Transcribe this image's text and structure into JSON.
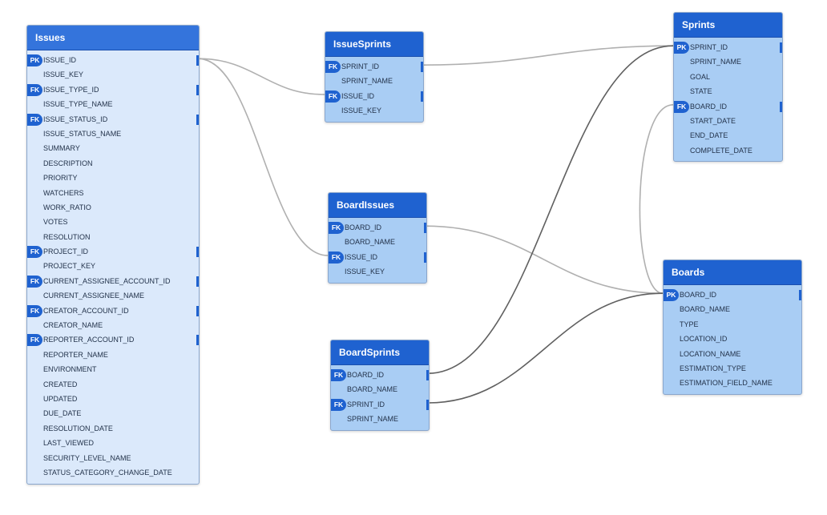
{
  "tables": [
    {
      "id": "issues",
      "name": "Issues",
      "columns": [
        {
          "name": "ISSUE_ID",
          "key": "PK",
          "marker": true
        },
        {
          "name": "ISSUE_KEY",
          "key": "",
          "marker": false
        },
        {
          "name": "ISSUE_TYPE_ID",
          "key": "FK",
          "marker": true
        },
        {
          "name": "ISSUE_TYPE_NAME",
          "key": "",
          "marker": false
        },
        {
          "name": "ISSUE_STATUS_ID",
          "key": "FK",
          "marker": true
        },
        {
          "name": "ISSUE_STATUS_NAME",
          "key": "",
          "marker": false
        },
        {
          "name": "SUMMARY",
          "key": "",
          "marker": false
        },
        {
          "name": "DESCRIPTION",
          "key": "",
          "marker": false
        },
        {
          "name": "PRIORITY",
          "key": "",
          "marker": false
        },
        {
          "name": "WATCHERS",
          "key": "",
          "marker": false
        },
        {
          "name": "WORK_RATIO",
          "key": "",
          "marker": false
        },
        {
          "name": "VOTES",
          "key": "",
          "marker": false
        },
        {
          "name": "RESOLUTION",
          "key": "",
          "marker": false
        },
        {
          "name": "PROJECT_ID",
          "key": "FK",
          "marker": true
        },
        {
          "name": "PROJECT_KEY",
          "key": "",
          "marker": false
        },
        {
          "name": "CURRENT_ASSIGNEE_ACCOUNT_ID",
          "key": "FK",
          "marker": true
        },
        {
          "name": "CURRENT_ASSIGNEE_NAME",
          "key": "",
          "marker": false
        },
        {
          "name": "CREATOR_ACCOUNT_ID",
          "key": "FK",
          "marker": true
        },
        {
          "name": "CREATOR_NAME",
          "key": "",
          "marker": false
        },
        {
          "name": "REPORTER_ACCOUNT_ID",
          "key": "FK",
          "marker": true
        },
        {
          "name": "REPORTER_NAME",
          "key": "",
          "marker": false
        },
        {
          "name": "ENVIRONMENT",
          "key": "",
          "marker": false
        },
        {
          "name": "CREATED",
          "key": "",
          "marker": false
        },
        {
          "name": "UPDATED",
          "key": "",
          "marker": false
        },
        {
          "name": "DUE_DATE",
          "key": "",
          "marker": false
        },
        {
          "name": "RESOLUTION_DATE",
          "key": "",
          "marker": false
        },
        {
          "name": "LAST_VIEWED",
          "key": "",
          "marker": false
        },
        {
          "name": "SECURITY_LEVEL_NAME",
          "key": "",
          "marker": false
        },
        {
          "name": "STATUS_CATEGORY_CHANGE_DATE",
          "key": "",
          "marker": false
        }
      ]
    },
    {
      "id": "issuesprints",
      "name": "IssueSprints",
      "columns": [
        {
          "name": "SPRINT_ID",
          "key": "FK",
          "marker": true
        },
        {
          "name": "SPRINT_NAME",
          "key": "",
          "marker": false
        },
        {
          "name": "ISSUE_ID",
          "key": "FK",
          "marker": true
        },
        {
          "name": "ISSUE_KEY",
          "key": "",
          "marker": false
        }
      ]
    },
    {
      "id": "boardissues",
      "name": "BoardIssues",
      "columns": [
        {
          "name": "BOARD_ID",
          "key": "FK",
          "marker": true
        },
        {
          "name": "BOARD_NAME",
          "key": "",
          "marker": false
        },
        {
          "name": "ISSUE_ID",
          "key": "FK",
          "marker": true
        },
        {
          "name": "ISSUE_KEY",
          "key": "",
          "marker": false
        }
      ]
    },
    {
      "id": "boardsprints",
      "name": "BoardSprints",
      "columns": [
        {
          "name": "BOARD_ID",
          "key": "FK",
          "marker": true
        },
        {
          "name": "BOARD_NAME",
          "key": "",
          "marker": false
        },
        {
          "name": "SPRINT_ID",
          "key": "FK",
          "marker": true
        },
        {
          "name": "SPRINT_NAME",
          "key": "",
          "marker": false
        }
      ]
    },
    {
      "id": "sprints",
      "name": "Sprints",
      "columns": [
        {
          "name": "SPRINT_ID",
          "key": "PK",
          "marker": true
        },
        {
          "name": "SPRINT_NAME",
          "key": "",
          "marker": false
        },
        {
          "name": "GOAL",
          "key": "",
          "marker": false
        },
        {
          "name": "STATE",
          "key": "",
          "marker": false
        },
        {
          "name": "BOARD_ID",
          "key": "FK",
          "marker": true
        },
        {
          "name": "START_DATE",
          "key": "",
          "marker": false
        },
        {
          "name": "END_DATE",
          "key": "",
          "marker": false
        },
        {
          "name": "COMPLETE_DATE",
          "key": "",
          "marker": false
        }
      ]
    },
    {
      "id": "boards",
      "name": "Boards",
      "columns": [
        {
          "name": "BOARD_ID",
          "key": "PK",
          "marker": true
        },
        {
          "name": "BOARD_NAME",
          "key": "",
          "marker": false
        },
        {
          "name": "TYPE",
          "key": "",
          "marker": false
        },
        {
          "name": "LOCATION_ID",
          "key": "",
          "marker": false
        },
        {
          "name": "LOCATION_NAME",
          "key": "",
          "marker": false
        },
        {
          "name": "ESTIMATION_TYPE",
          "key": "",
          "marker": false
        },
        {
          "name": "ESTIMATION_FIELD_NAME",
          "key": "",
          "marker": false
        }
      ]
    }
  ],
  "relationships": [
    {
      "from": "issues.ISSUE_ID",
      "to": "issuesprints.ISSUE_ID",
      "emphasis": "light"
    },
    {
      "from": "issues.ISSUE_ID",
      "to": "boardissues.ISSUE_ID",
      "emphasis": "light"
    },
    {
      "from": "issuesprints.SPRINT_ID",
      "to": "sprints.SPRINT_ID",
      "emphasis": "light"
    },
    {
      "from": "boardissues.BOARD_ID",
      "to": "boards.BOARD_ID",
      "emphasis": "light"
    },
    {
      "from": "sprints.BOARD_ID",
      "to": "boards.BOARD_ID",
      "emphasis": "light"
    },
    {
      "from": "boardsprints.BOARD_ID",
      "to": "sprints.SPRINT_ID",
      "emphasis": "dark"
    },
    {
      "from": "boardsprints.SPRINT_ID",
      "to": "boards.BOARD_ID",
      "emphasis": "dark"
    }
  ],
  "colors": {
    "header": "#1f62d0",
    "table_light": "#dbe9fb",
    "table_bright": "#a9cdf4",
    "line_light": "#b0b0b0",
    "line_dark": "#606060"
  }
}
